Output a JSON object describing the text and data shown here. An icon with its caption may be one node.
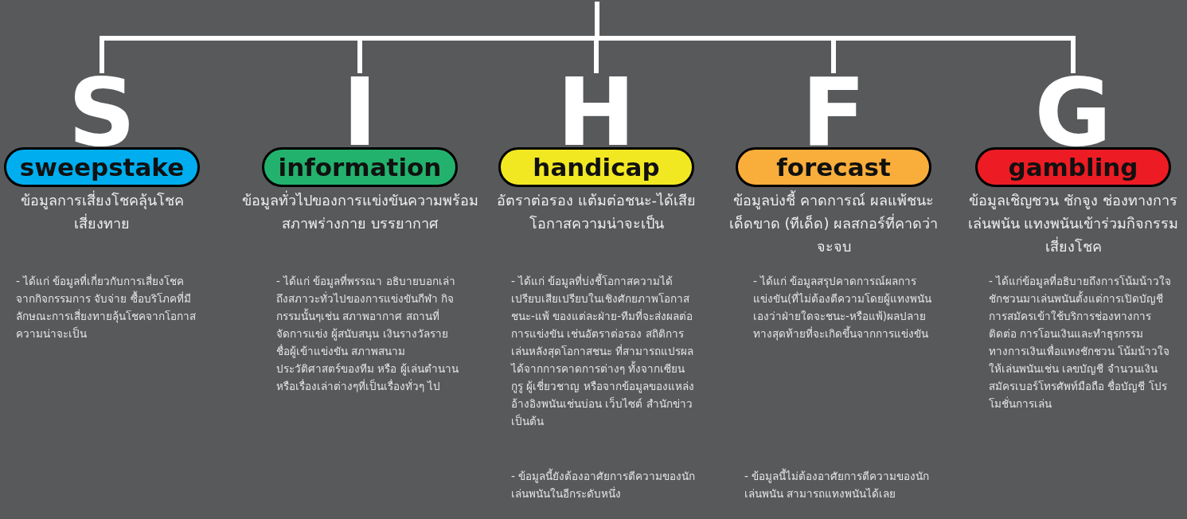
{
  "diagram": {
    "nodes": [
      {
        "text": [
          "S"
        ]
      },
      {
        "text": [
          "sweepstake"
        ],
        "beside": [
          "ข้อมูลการเสี่ยงโชคลุ้นโชค เสี่ยงทาย"
        ]
      },
      {
        "text": [
          "I"
        ]
      },
      {
        "text": [
          "information"
        ],
        "beside": [
          "ข้อมูลทั่วไปของการแข่งขันความพร้อม สภาพร่างกาย บรรยากาศ"
        ]
      },
      {
        "text": [
          "H"
        ]
      },
      {
        "text": [
          "handicap"
        ],
        "beside": [
          "อัตราต่อรอง แต้มต่อชนะ-ได้เสีย โอกาสความน่าจะเป็น"
        ]
      },
      {
        "text": [
          "F"
        ]
      },
      {
        "text": [
          "forecast"
        ],
        "beside": [
          "ข้อมูลบ่งชี้ คาดการณ์ ผลแพ้ชนะเด็ดขาด (ทีเด็ด) ผลสกอร์ที่คาดว่าจะจบ"
        ]
      },
      {
        "text": [
          "G"
        ]
      },
      {
        "text": [
          "gambling"
        ],
        "beside": [
          "ข้อมูลเชิญชวน ชักจูง ช่องทางการเล่นพนัน แทงพนันเข้าร่วมกิจกรรมเสี่ยงโชค"
        ]
      }
    ],
    "edges": [
      {
        "from": null,
        "to": 0,
        "arrow": "none"
      },
      {
        "from": null,
        "to": 2,
        "arrow": "none"
      },
      {
        "from": null,
        "to": 4,
        "arrow": "none"
      },
      {
        "from": null,
        "to": 6,
        "arrow": "none"
      },
      {
        "from": null,
        "to": 8,
        "arrow": "none"
      }
    ],
    "labels": [
      "- ได้แก่ ข้อมูลที่เกี่ยวกับการเสี่ยงโชค จากกิจกรรมการ จับจ่าย ซื้อบริโภคที่มีลักษณะการเสี่ยงทายลุ้นโชคจากโอกาสความน่าจะเป็น",
      "- ได้แก่ ข้อมูลที่พรรณา อธิบายบอกเล่า ถึงสภาวะทั่วไปของการแข่งขันกีฬา กิจกรรมนั้นๆเช่น สภาพอากาศ สถานที่จัดการแข่ง ผู้สนับสนุน เงินรางวัลรายชื่อผู้เข้าแข่งขัน สภาพสนามประวัติศาสตร์ของทีม หรือ ผู้เล่นตำนานหรือเรื่องเล่าต่างๆที่เป็นเรื่องทั่วๆ ไป",
      "- ได้แก่ ข้อมูลที่บ่งชี้โอกาสความได้เปรียบเสียเปรียบในเชิงศักยภาพโอกาส ชนะ-แพ้ ของแต่ละฝ่าย-ทีมที่จะส่งผลต่อการแข่งขัน เช่นอัตราต่อรอง สถิติการเล่นหลังสุดโอกาสชนะ ที่สามารถแปรผลได้จากการคาดการต่างๆ ทั้งจากเซียน กูรู ผู้เชี่ยวชาญ หรือจากข้อมูลของแหล่งอ้างอิงพนันเช่นบ่อน เว็บไซต์ สำนักข่าว เป็นต้น",
      "- ได้แก่ ข้อมูลสรุปคาดการณ์ผลการแข่งขัน(ที่ไม่ต้องตีความโดยผู้แทงพนันเองว่าฝ่ายใดจะชนะ-หรือแพ้)ผลปลายทางสุดท้ายที่จะเกิดขึ้นจากการแข่งขัน",
      "- ได้แก่ข้อมูลที่อธิบายถึงการโน้มน้าวใจ ชักชวนมาเล่นพนันตั้งแต่การเปิดบัญชีการสมัครเข้าใช้บริการช่องทางการติดต่อ การโอนเงินและทำธุรกรรมทางการเงินเพื่อแทงชักชวน โน้มน้าวใจให้เล่นพนันเช่น เลขบัญชี จำนวนเงินสมัครเบอร์โทรศัพท์มือถือ ชื่อบัญชี โปรโมชั่นการเล่น",
      "- ข้อมูลนี้ยังต้องอาศัยการตีความของนักเล่นพนันในอีกระดับหนึ่ง",
      "- ข้อมูลนี้ไม่ต้องอาศัยการตีความของนักเล่นพนัน สามารถแทงพนันได้เลย"
    ]
  }
}
